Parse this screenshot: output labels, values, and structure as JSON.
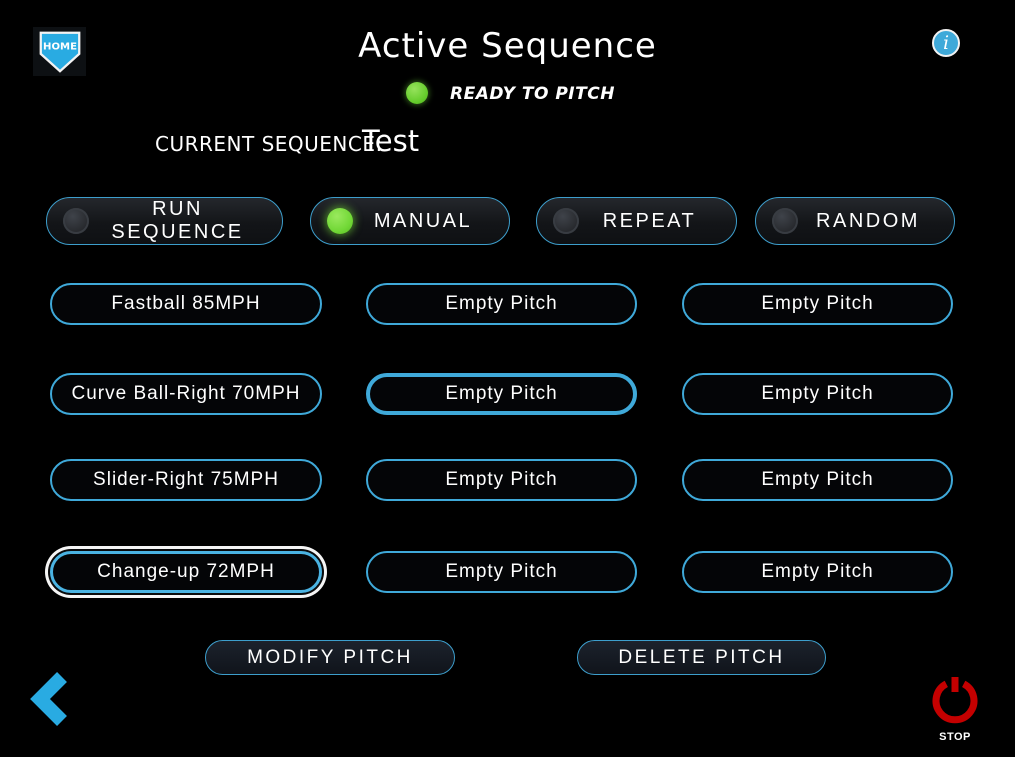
{
  "header": {
    "home_label": "HOME",
    "title": "Active Sequence",
    "info_glyph": "i"
  },
  "status": {
    "label": "READY TO PITCH",
    "indicator_color": "#6fd435"
  },
  "current_sequence": {
    "label": "CURRENT SEQUENCE:",
    "value": "Test"
  },
  "modes": [
    {
      "label": "RUN SEQUENCE",
      "active": false
    },
    {
      "label": "MANUAL",
      "active": true
    },
    {
      "label": "REPEAT",
      "active": false
    },
    {
      "label": "RANDOM",
      "active": false
    }
  ],
  "grid": {
    "rows": [
      [
        {
          "label": "Fastball 85MPH",
          "state": "filled"
        },
        {
          "label": "Empty Pitch",
          "state": "empty"
        },
        {
          "label": "Empty Pitch",
          "state": "empty"
        }
      ],
      [
        {
          "label": "Curve Ball-Right 70MPH",
          "state": "filled"
        },
        {
          "label": "Empty Pitch",
          "state": "focused"
        },
        {
          "label": "Empty Pitch",
          "state": "empty"
        }
      ],
      [
        {
          "label": "Slider-Right 75MPH",
          "state": "filled"
        },
        {
          "label": "Empty Pitch",
          "state": "empty"
        },
        {
          "label": "Empty Pitch",
          "state": "empty"
        }
      ],
      [
        {
          "label": "Change-up 72MPH",
          "state": "selected"
        },
        {
          "label": "Empty Pitch",
          "state": "empty"
        },
        {
          "label": "Empty Pitch",
          "state": "empty"
        }
      ]
    ]
  },
  "actions": {
    "modify": "MODIFY PITCH",
    "delete": "DELETE PITCH"
  },
  "footer": {
    "stop_label": "STOP"
  },
  "colors": {
    "accent_blue": "#3fa9d9",
    "home_blue": "#29abe2",
    "active_green": "#72d837",
    "stop_red": "#c40000",
    "background": "#000000"
  }
}
